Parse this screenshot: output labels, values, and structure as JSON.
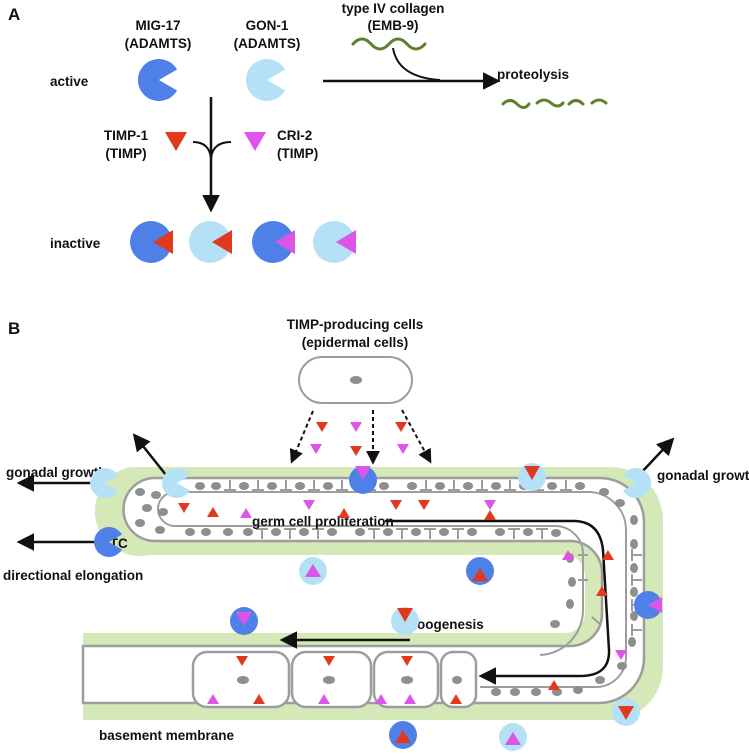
{
  "colors": {
    "mig17": "#4f80e8",
    "gon1": "#b5e1f6",
    "timp1": "#e0391f",
    "cri2": "#dd55e8",
    "collagen": "#5d7f2e",
    "basement_membrane": "#d5e8b8",
    "outline": "#9d9d9d",
    "nucleus": "#8e8e8e",
    "arrow": "#111111"
  },
  "panel_a": {
    "label": "A",
    "mig17": {
      "name": "MIG-17",
      "family": "(ADAMTS)"
    },
    "gon1": {
      "name": "GON-1",
      "family": "(ADAMTS)"
    },
    "collagen": {
      "name": "type IV collagen",
      "sub": "(EMB-9)"
    },
    "proteolysis": "proteolysis",
    "active": "active",
    "inactive": "inactive",
    "timp1": {
      "name": "TIMP-1",
      "family": "(TIMP)"
    },
    "cri2": {
      "name": "CRI-2",
      "family": "(TIMP)"
    }
  },
  "panel_b": {
    "label": "B",
    "timp_cells": {
      "line1": "TIMP-producing cells",
      "line2": "(epidermal cells)"
    },
    "gonadal_growth_left": "gonadal growth",
    "gonadal_growth_right": "gonadal growth",
    "dtc": "DTC",
    "directional_elongation": "directional elongation",
    "germ_cell_proliferation": "germ cell proliferation",
    "oogenesis": "oogenesis",
    "basement_membrane": "basement membrane"
  }
}
